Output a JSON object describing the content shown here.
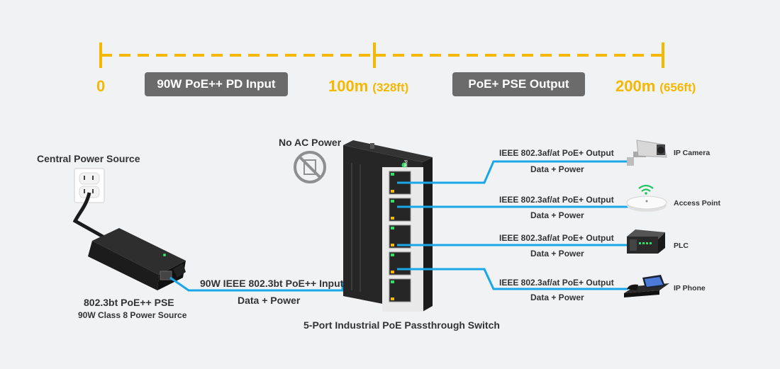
{
  "colors": {
    "scale": "#f5b800",
    "cable": "#1aa7e8",
    "pill_bg": "#6b6b6b",
    "background": "#f1f2f4",
    "text": "#333333"
  },
  "scale": {
    "zero": "0",
    "mid_main": "100m",
    "mid_sub": "(328ft)",
    "end_main": "200m",
    "end_sub": "(656ft)",
    "segment_left": "90W PoE++ PD Input",
    "segment_right": "PoE+ PSE Output"
  },
  "labels": {
    "central_power": "Central Power Source",
    "no_ac": "No AC Power",
    "pse_title": "802.3bt PoE++ PSE",
    "pse_sub": "90W Class 8 Power Source",
    "input_line1": "90W IEEE 802.3bt PoE++ Input",
    "input_line2": "Data + Power",
    "switch_caption": "5-Port Industrial PoE Passthrough Switch",
    "switch_pwr": "PWR"
  },
  "outputs": [
    {
      "standard": "IEEE 802.3af/at PoE+ Output",
      "payload": "Data + Power",
      "device": "IP Camera",
      "icon": "camera-icon"
    },
    {
      "standard": "IEEE 802.3af/at PoE+ Output",
      "payload": "Data + Power",
      "device": "Access Point",
      "icon": "access-point-icon"
    },
    {
      "standard": "IEEE 802.3af/at PoE+ Output",
      "payload": "Data + Power",
      "device": "PLC",
      "icon": "plc-icon"
    },
    {
      "standard": "IEEE 802.3af/at PoE+ Output",
      "payload": "Data + Power",
      "device": "IP Phone",
      "icon": "ip-phone-icon"
    }
  ],
  "icons": [
    "power-outlet-icon",
    "no-ac-power-icon",
    "poe-injector-icon",
    "industrial-switch-icon"
  ]
}
